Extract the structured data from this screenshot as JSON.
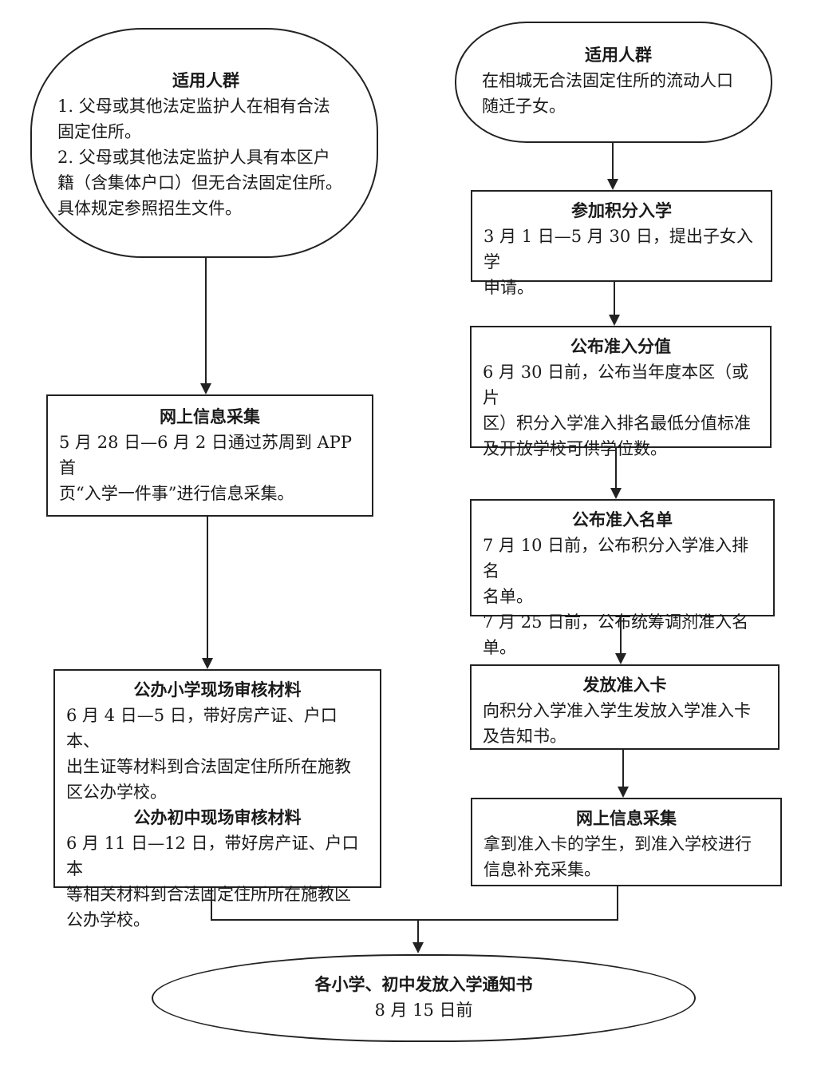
{
  "left": {
    "audience": {
      "title": "适用人群",
      "lines": [
        "1. 父母或其他法定监护人在相有合法",
        "固定住所。",
        "2. 父母或其他法定监护人具有本区户",
        "籍（含集体户口）但无合法固定住所。",
        "具体规定参照招生文件。"
      ]
    },
    "collect": {
      "title": "网上信息采集",
      "lines": [
        "5 月 28 日—6 月 2 日通过苏周到 APP 首",
        "页“入学一件事”进行信息采集。"
      ]
    },
    "review": {
      "title1": "公办小学现场审核材料",
      "lines1": [
        "6 月 4 日—5 日，带好房产证、户口本、",
        "出生证等材料到合法固定住所所在施教",
        "区公办学校。"
      ],
      "title2": "公办初中现场审核材料",
      "lines2": [
        "6 月 11 日—12 日，带好房产证、户口本",
        "等相关材料到合法固定住所所在施教区",
        "公办学校。"
      ]
    }
  },
  "right": {
    "audience": {
      "title": "适用人群",
      "lines": [
        "在相城无合法固定住所的流动人口",
        "随迁子女。"
      ]
    },
    "apply": {
      "title": "参加积分入学",
      "lines": [
        "3 月 1 日—5 月 30 日，提出子女入学",
        "申请。"
      ]
    },
    "score": {
      "title": "公布准入分值",
      "lines": [
        "6 月 30 日前，公布当年度本区（或片",
        "区）积分入学准入排名最低分值标准",
        "及开放学校可供学位数。"
      ]
    },
    "list": {
      "title": "公布准入名单",
      "lines": [
        "7 月 10 日前，公布积分入学准入排名",
        "名单。",
        "7 月 25 日前，公布统筹调剂准入名单。"
      ]
    },
    "card": {
      "title": "发放准入卡",
      "lines": [
        "向积分入学准入学生发放入学准入卡",
        "及告知书。"
      ]
    },
    "collect": {
      "title": "网上信息采集",
      "lines": [
        "拿到准入卡的学生，到准入学校进行",
        "信息补充采集。"
      ]
    }
  },
  "final": {
    "title": "各小学、初中发放入学通知书",
    "date": "8 月 15 日前"
  }
}
